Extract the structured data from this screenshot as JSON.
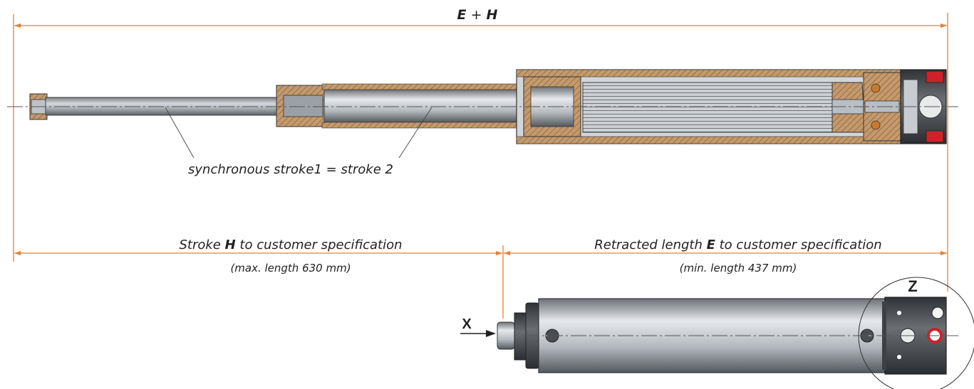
{
  "dimensions": {
    "total_prefix": "E",
    "total_operator": " + ",
    "total_suffix": "H",
    "stroke_prefix": "Stroke ",
    "stroke_symbol": "H",
    "stroke_suffix": " to customer specification",
    "stroke_note": "(max. length 630 mm)",
    "retracted_prefix": "Retracted length ",
    "retracted_symbol": "E",
    "retracted_suffix": " to customer specification",
    "retracted_note": "(min. length 437 mm)"
  },
  "callouts": {
    "sync_stroke": "synchronous stroke1 = stroke 2",
    "view_arrow": "X",
    "detail_circle": "Z"
  },
  "colors": {
    "dimension_line": "#e8812e",
    "steel": "#b9bec4",
    "steel_dark": "#4a4d52",
    "bronze": "#b98a5c",
    "accent_red": "#d0202a"
  }
}
